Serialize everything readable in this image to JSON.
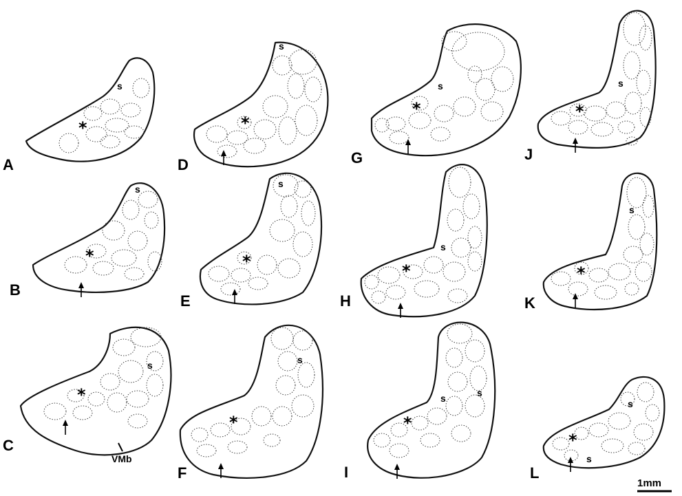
{
  "panels": [
    {
      "id": "A",
      "label": "A",
      "has_arrow": false,
      "s_labels": [
        "s"
      ]
    },
    {
      "id": "B",
      "label": "B",
      "has_arrow": true,
      "s_labels": [
        "s"
      ]
    },
    {
      "id": "C",
      "label": "C",
      "has_arrow": true,
      "s_labels": [
        "s"
      ],
      "tick_label": "VMb"
    },
    {
      "id": "D",
      "label": "D",
      "has_arrow": true,
      "s_labels": [
        "s"
      ]
    },
    {
      "id": "E",
      "label": "E",
      "has_arrow": true,
      "s_labels": [
        "s"
      ]
    },
    {
      "id": "F",
      "label": "F",
      "has_arrow": true,
      "s_labels": [
        "s"
      ]
    },
    {
      "id": "G",
      "label": "G",
      "has_arrow": true,
      "s_labels": [
        "s"
      ]
    },
    {
      "id": "H",
      "label": "H",
      "has_arrow": true,
      "s_labels": [
        "s"
      ]
    },
    {
      "id": "I",
      "label": "I",
      "has_arrow": true,
      "s_labels": [
        "s",
        "s"
      ]
    },
    {
      "id": "J",
      "label": "J",
      "has_arrow": true,
      "s_labels": [
        "s"
      ]
    },
    {
      "id": "K",
      "label": "K",
      "has_arrow": true,
      "s_labels": [
        "s"
      ]
    },
    {
      "id": "L",
      "label": "L",
      "has_arrow": true,
      "s_labels": [
        "s",
        "s"
      ]
    }
  ],
  "asterisk": "*",
  "scale_bar": {
    "label": "1mm"
  }
}
